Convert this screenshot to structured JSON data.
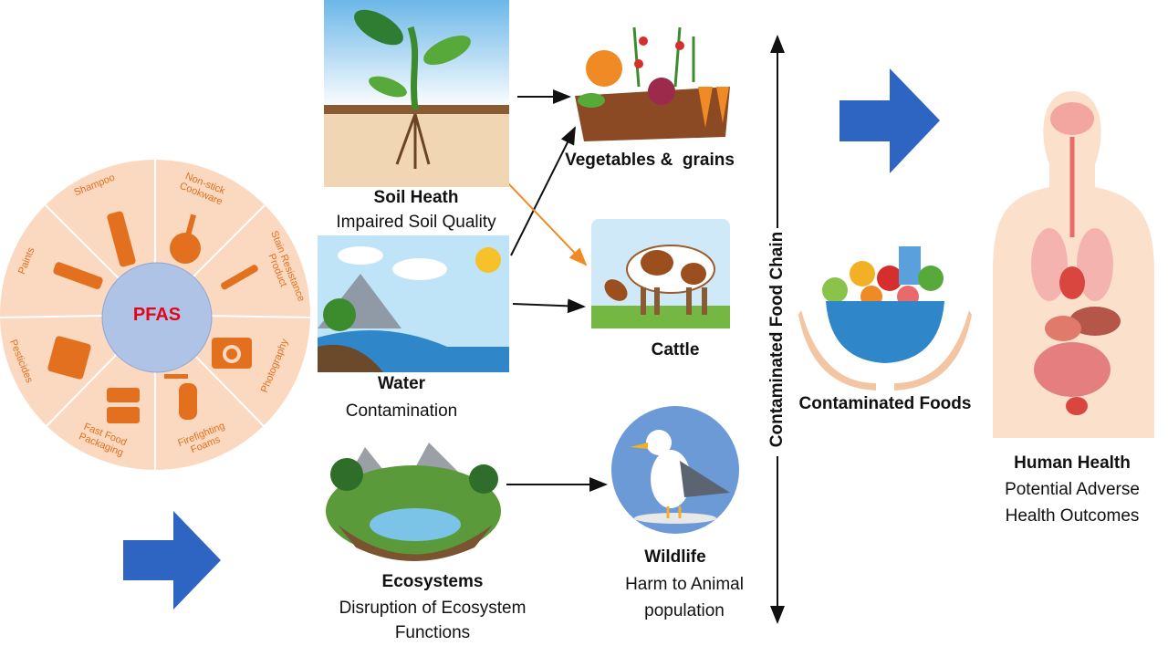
{
  "wheel": {
    "center": "PFAS",
    "segments": [
      "Shampoo",
      "Non-stick Cookware",
      "Stain Resistance Product",
      "Photography",
      "Firefighting Foams",
      "Fast Food Packaging",
      "Pesticides",
      "Paints"
    ]
  },
  "sources": {
    "soil": {
      "title": "Soil Heath",
      "desc": "Impaired Soil Quality"
    },
    "water": {
      "title": "Water",
      "desc": "Contamination"
    },
    "ecosystems": {
      "title": "Ecosystems",
      "desc1": "Disruption of Ecosystem",
      "desc2": "Functions"
    }
  },
  "receptors": {
    "vegetables": {
      "title": "Vegetables &  grains"
    },
    "cattle": {
      "title": "Cattle"
    },
    "wildlife": {
      "title": "Wildlife",
      "desc1": "Harm to Animal",
      "desc2": "population"
    }
  },
  "food_chain_label": "Contaminated Food Chain",
  "foods_label": "Contaminated Foods",
  "human": {
    "title": "Human Health",
    "desc1": "Potential Adverse",
    "desc2": "Health Outcomes"
  },
  "colors": {
    "wheel": "#fbd9c0",
    "wheel_icon": "#e2701f",
    "pfas_text": "#e3061b",
    "hub": "#afc3e6",
    "arrow_blue": "#2e64c2",
    "orange_arrow": "#f08a24"
  }
}
